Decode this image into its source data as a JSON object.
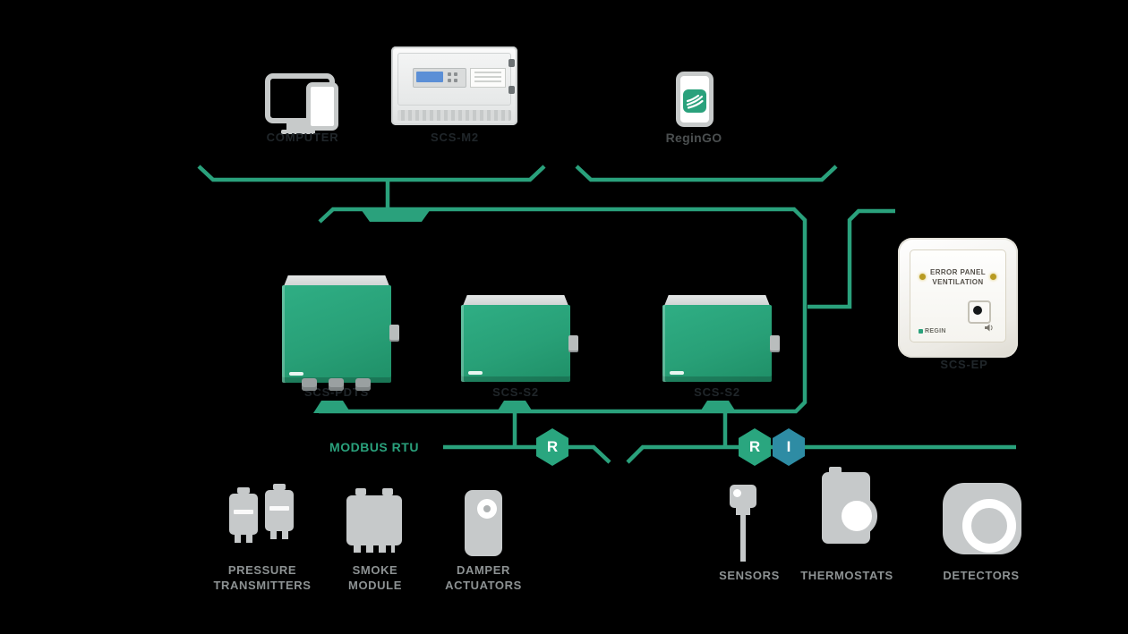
{
  "colors": {
    "accent_green": "#2aa17c",
    "protocol_r_green": "#2aa67f",
    "protocol_i_blue": "#2e8ca4",
    "background": "#000000",
    "device_silhouette_gray": "#c6c9ca",
    "field_label_gray": "#8d9293",
    "dark_label": "#20262a"
  },
  "top_row": {
    "computer": {
      "label": "COMPUTER"
    },
    "control_cabinet": {
      "label": "SCS-M2"
    },
    "mobile_app": {
      "label": "ReginGO"
    }
  },
  "controllers": [
    {
      "label": "SCS-PDTS"
    },
    {
      "label": "SCS-S2"
    },
    {
      "label": "SCS-S2"
    }
  ],
  "error_panel": {
    "label": "SCS-EP",
    "panel_text_line1": "ERROR PANEL",
    "panel_text_line2": "VENTILATION",
    "brand": "REGIN"
  },
  "bus": {
    "modbus_label": "MODBUS RTU",
    "badges": [
      {
        "letter": "R"
      },
      {
        "letter": "R"
      },
      {
        "letter": "I"
      }
    ]
  },
  "field_devices_left": [
    {
      "label": "PRESSURE\nTRANSMITTERS"
    },
    {
      "label": "SMOKE\nMODULE"
    },
    {
      "label": "DAMPER\nACTUATORS"
    }
  ],
  "field_devices_right": [
    {
      "label": "SENSORS"
    },
    {
      "label": "THERMOSTATS"
    },
    {
      "label": "DETECTORS"
    }
  ]
}
